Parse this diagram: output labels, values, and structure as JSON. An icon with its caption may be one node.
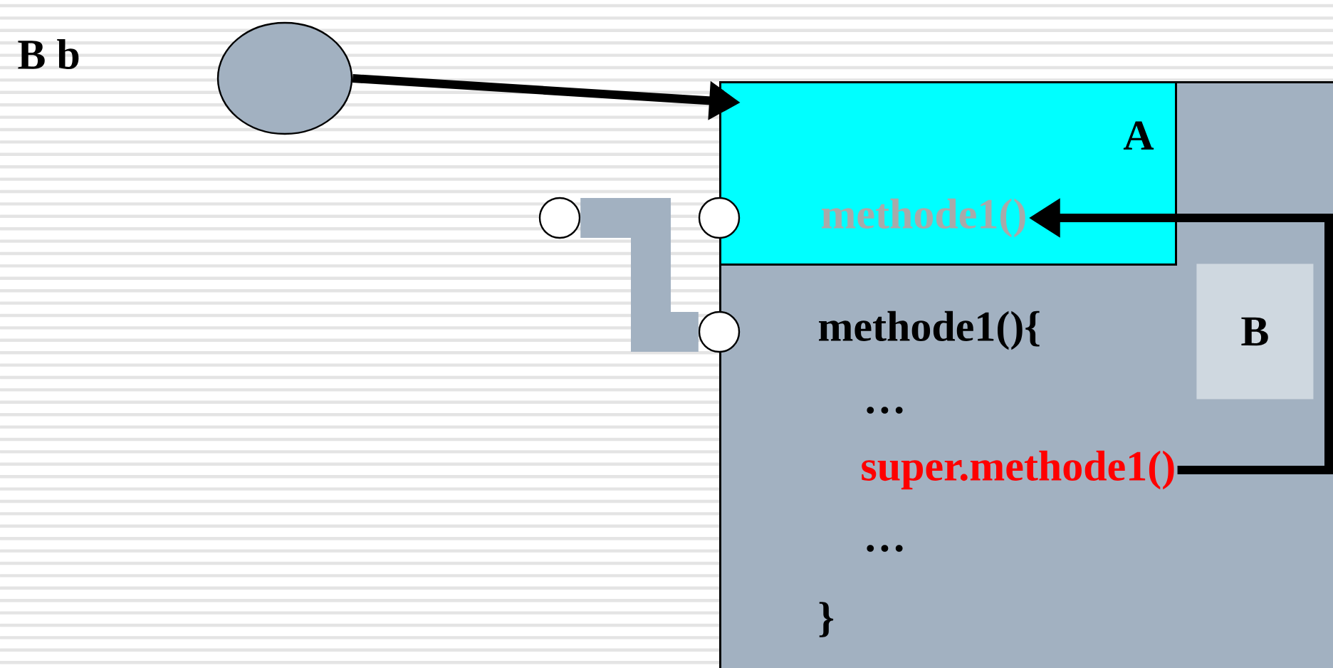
{
  "diagram": {
    "nodes": [
      {
        "text": [],
        "shape": "ellipse"
      },
      {
        "text": [],
        "shape": "box"
      },
      {
        "text": [
          "A"
        ],
        "in": 1
      },
      {
        "text": [
          "methode1()"
        ],
        "in": 2
      },
      {
        "text": [
          "B"
        ],
        "in": 1
      },
      {
        "text": [
          "methode1(){"
        ],
        "in": 1
      },
      {
        "text": [
          "…"
        ],
        "in": 1
      },
      {
        "text": [
          "super.methode1()"
        ],
        "in": 1
      },
      {
        "text": [
          "…"
        ],
        "in": 1
      },
      {
        "text": [
          "}"
        ],
        "in": 1
      },
      {
        "text": [],
        "shape": "circle"
      },
      {
        "text": [],
        "shape": "circle"
      },
      {
        "text": [],
        "shape": "circle"
      }
    ],
    "edges": [
      {
        "from": 0,
        "to": 2,
        "arrow": "to"
      },
      {
        "from": 7,
        "to": 3,
        "arrow": "to"
      },
      {
        "from": 10,
        "to": 12,
        "arrow": "none",
        "style": "thick",
        "color": "#a2b1c1"
      }
    ],
    "labels": [
      "B b"
    ]
  }
}
